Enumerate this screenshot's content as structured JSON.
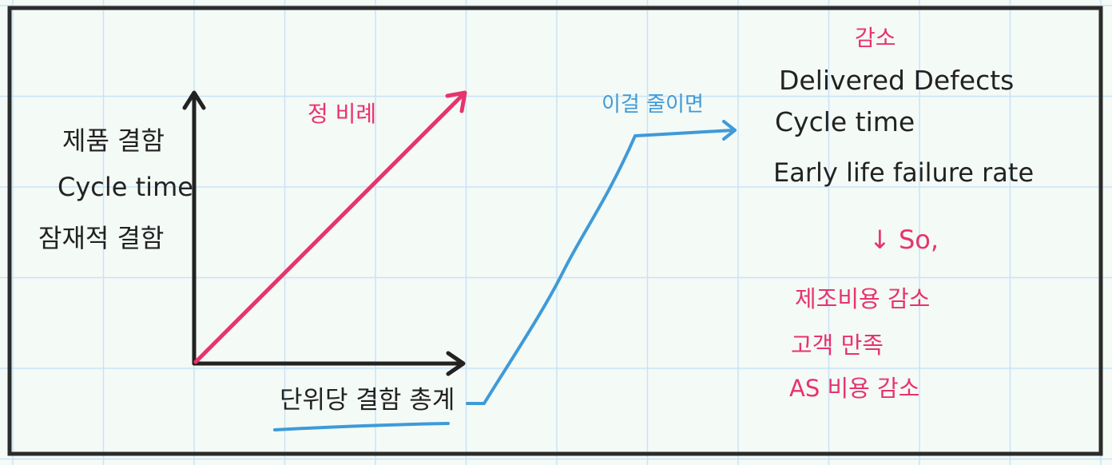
{
  "colors": {
    "paper": "#f4faf6",
    "grid": "#c9e3f5",
    "frame": "#2b2b2b",
    "ink": "#222222",
    "pink": "#e8336d",
    "blue": "#3f9ad8"
  },
  "left_labels": [
    "제품 결함",
    "Cycle time",
    "잠재적 결함"
  ],
  "pink_label": "정 비례",
  "x_label": "단위당 결함 총계",
  "blue_label": "이걸 줄이면",
  "right": {
    "heading": "감소",
    "items": [
      "Delivered  Defects",
      "Cycle time",
      "Early life failure rate"
    ],
    "so": "↓ So,",
    "results": [
      "제조비용 감소",
      "고객 만족",
      "AS 비용 감소"
    ]
  }
}
